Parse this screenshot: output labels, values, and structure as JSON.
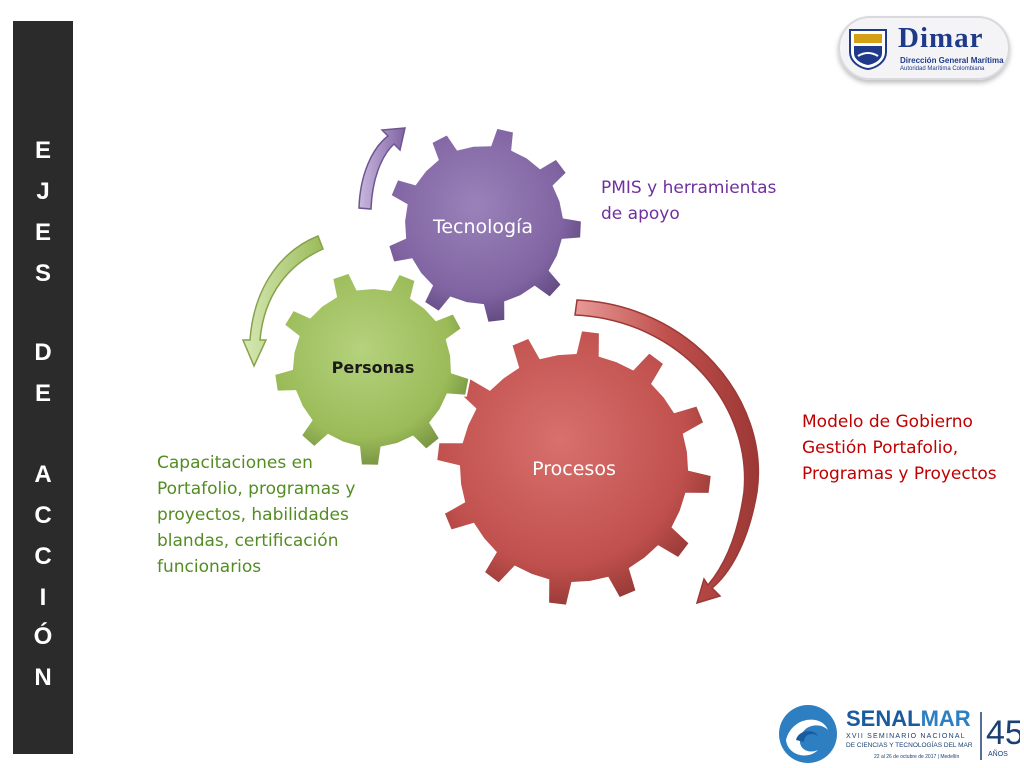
{
  "sidebar": {
    "letters": [
      "E",
      "J",
      "E",
      "S",
      "D",
      "E",
      "A",
      "C",
      "C",
      "I",
      "Ó",
      "N"
    ]
  },
  "gears": {
    "tecnologia": {
      "label": "Tecnología",
      "color": "#8064a2"
    },
    "personas": {
      "label": "Personas",
      "color": "#9bbb59"
    },
    "procesos": {
      "label": "Procesos",
      "color": "#c0504d"
    }
  },
  "captions": {
    "tecnologia": {
      "text": "PMIS y herramientas\nde apoyo",
      "color": "#7030a0"
    },
    "procesos": {
      "text": "Modelo de Gobierno\nGestión Portafolio,\nProgramas y Proyectos",
      "color": "#c00000"
    },
    "personas": {
      "text": "Capacitaciones en\nPortafolio, programas y\nproyectos, habilidades\nblandas, certificación\nfuncionarios",
      "color": "#538d22"
    }
  },
  "logos": {
    "dimar": {
      "name": "Dimar",
      "subtitle": "Dirección General Marítima",
      "tagline": "Autoridad Marítima Colombiana"
    },
    "senalmar": {
      "name_left": "SENAL",
      "name_right": "MAR",
      "line1": "XVII SEMINARIO NACIONAL",
      "line2": "DE CIENCIAS Y TECNOLOGÍAS DEL MAR",
      "line3": "22 al 26 de octubre de 2017 | Medellín",
      "years": "45",
      "years_label": "AÑOS"
    }
  },
  "colors": {
    "sidebar_bg": "#2b2b2b",
    "arrow_purple": "#8064a2",
    "arrow_green": "#9bbb59",
    "arrow_red": "#c0504d",
    "dimar_blue": "#1f3a8a",
    "senalmar_blue": "#1a5a9e"
  }
}
